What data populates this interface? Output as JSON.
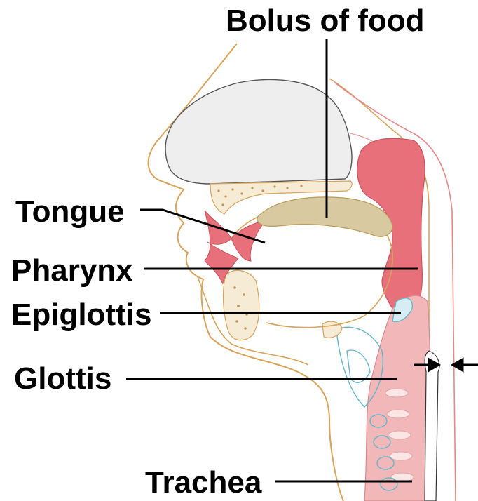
{
  "labels": {
    "bolus": "Bolus of food",
    "tongue": "Tongue",
    "pharynx": "Pharynx",
    "epiglottis": "Epiglottis",
    "glottis": "Glottis",
    "trachea": "Trachea"
  },
  "colors": {
    "skin_outline": "#d9a35a",
    "nasal_cavity": "#eeeeee",
    "soft_tissue": "#e8707a",
    "pharynx_wall": "#f2b7b9",
    "bolus": "#d9c9a0",
    "bone": "#f6ecd6",
    "cartilage": "#8ecbd8",
    "leader_line": "#000000"
  }
}
